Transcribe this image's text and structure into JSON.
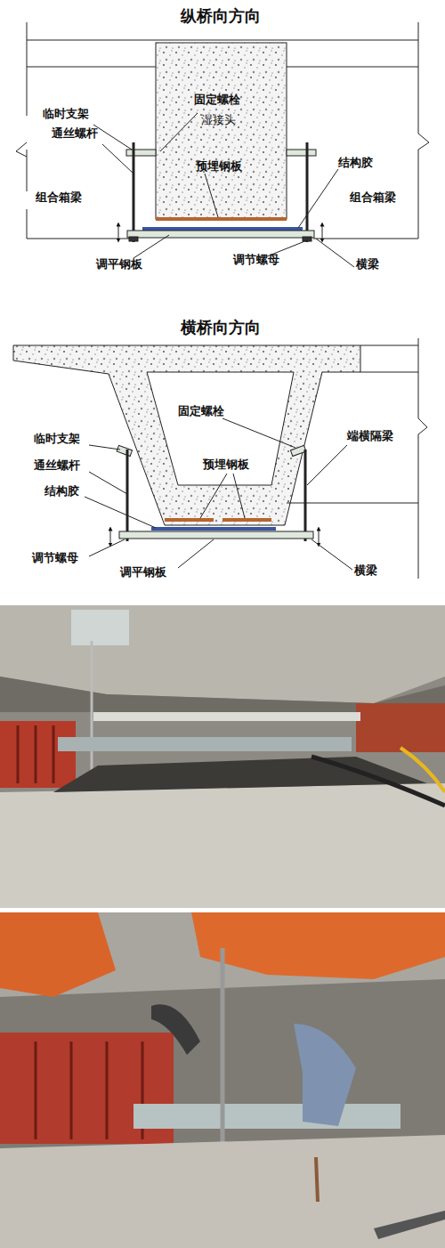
{
  "diagram": {
    "labels": [
      "纵桥向方向",
      "临时支架",
      "固定螺栓",
      "湿接头",
      "通丝螺杆",
      "预埋钢板",
      "结构胶",
      "组合箱梁",
      "组合箱梁",
      "调平钢板",
      "调节螺母",
      "横梁",
      "横桥向方向",
      "临时支架",
      "固定螺栓",
      "通丝螺杆",
      "端横隔梁",
      "结构胶",
      "预埋钢板",
      "调节螺母",
      "调平钢板",
      "横梁"
    ]
  }
}
